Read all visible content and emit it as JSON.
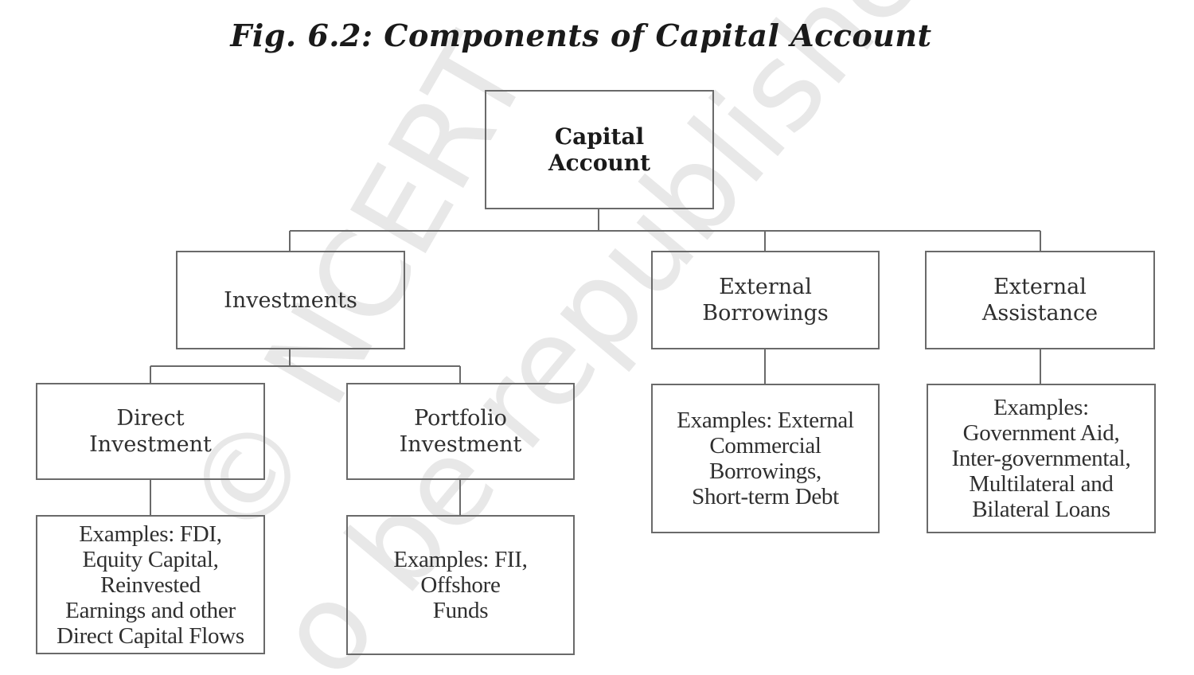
{
  "title": "Fig. 6.2: Components of Capital Account",
  "watermark": {
    "line1": "© NCERT",
    "line2": "o be republished"
  },
  "nodes": {
    "root": "Capital\nAccount",
    "investments": "Investments",
    "external_borrowings": "External\nBorrowings",
    "external_assistance": "External\nAssistance",
    "direct_investment": "Direct\nInvestment",
    "portfolio_investment": "Portfolio\nInvestment",
    "examples_direct": "Examples: FDI,\nEquity Capital,\nReinvested\nEarnings and other\nDirect Capital Flows",
    "examples_portfolio": "Examples: FII,\nOffshore\nFunds",
    "examples_borrowings": "Examples: External\nCommercial\nBorrowings,\nShort-term Debt",
    "examples_assistance": "Examples:\nGovernment Aid,\nInter-governmental,\nMultilateral and\nBilateral Loans"
  },
  "colors": {
    "border": "#6a6a6a",
    "text": "#2f2f2f",
    "watermark": "#e6e6e6"
  }
}
